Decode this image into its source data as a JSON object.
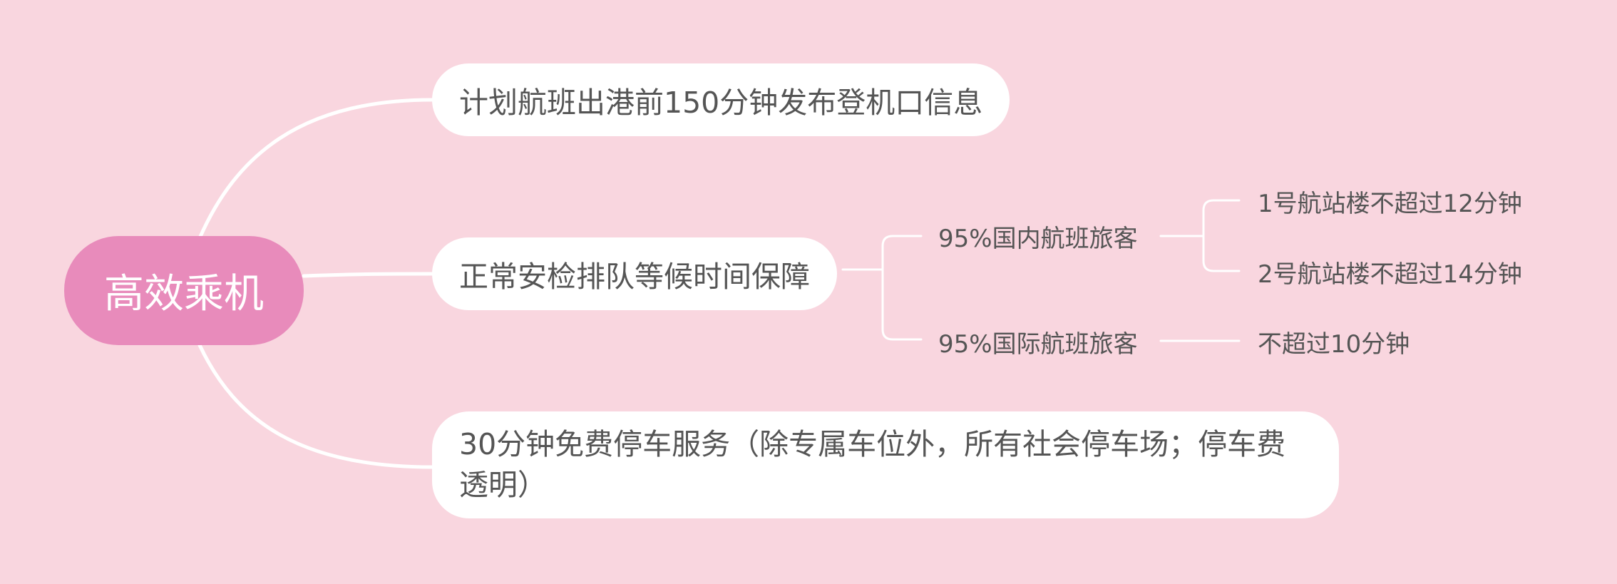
{
  "colors": {
    "background": "#f9d6df",
    "root_fill": "#e88bbb",
    "connector": "#ffffff",
    "node_fill": "#ffffff",
    "text": "#555555",
    "root_text": "#ffffff"
  },
  "root": {
    "label": "高效乘机"
  },
  "branches": [
    {
      "label": "计划航班出港前150分钟发布登机口信息"
    },
    {
      "label": "正常安检排队等候时间保障",
      "children": [
        {
          "label": "95%国内航班旅客",
          "children": [
            {
              "label": "1号航站楼不超过12分钟"
            },
            {
              "label": "2号航站楼不超过14分钟"
            }
          ]
        },
        {
          "label": "95%国际航班旅客",
          "children": [
            {
              "label": "不超过10分钟"
            }
          ]
        }
      ]
    },
    {
      "label": "30分钟免费停车服务（除专属车位外，所有社会停车场；停车费透明）"
    }
  ]
}
